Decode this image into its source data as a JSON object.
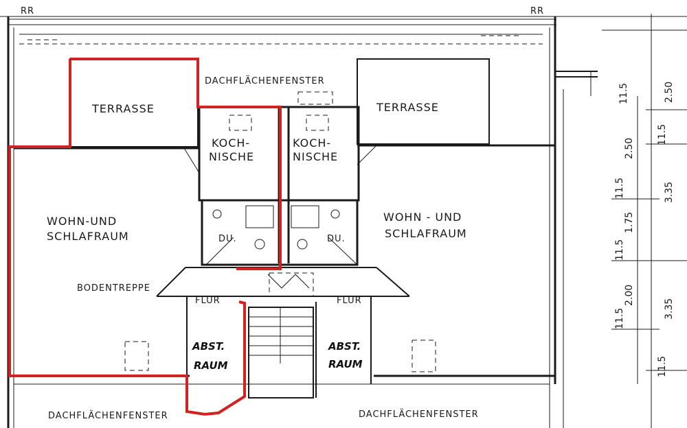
{
  "labels": {
    "rr_left": "RR",
    "rr_right": "RR",
    "roof_window_top": "DACHFLÄCHENFENSTER",
    "roof_window_bottom_left": "DACHFLÄCHENFENSTER",
    "roof_window_bottom_right": "DACHFLÄCHENFENSTER",
    "terrace_left": "TERRASSE",
    "terrace_right": "TERRASSE",
    "kitchen_left_1": "KOCH-",
    "kitchen_left_2": "NISCHE",
    "kitchen_right_1": "KOCH-",
    "kitchen_right_2": "NISCHE",
    "living_left_1": "WOHN-UND",
    "living_left_2": "SCHLAFRAUM",
    "living_right_1": "WOHN - UND",
    "living_right_2": "SCHLAFRAUM",
    "shower_left": "DU.",
    "shower_right": "DU.",
    "attic_stair": "BODENTREPPE",
    "hall_left": "FLUR",
    "hall_right": "FLUR",
    "storage_left_1": "ABST.",
    "storage_left_2": "RAUM",
    "storage_right_1": "ABST.",
    "storage_right_2": "RAUM"
  },
  "dimensions": {
    "right_col": [
      "2.50",
      "3.35",
      "3.35"
    ],
    "mid_col": [
      "2.50",
      "1.75",
      "2.00"
    ],
    "wall_marks": [
      "11.5",
      "11.5",
      "11.5",
      "11.5",
      "11.5",
      "11.5"
    ]
  },
  "colors": {
    "ink": "#1a1a1a",
    "highlight": "#d32020"
  }
}
